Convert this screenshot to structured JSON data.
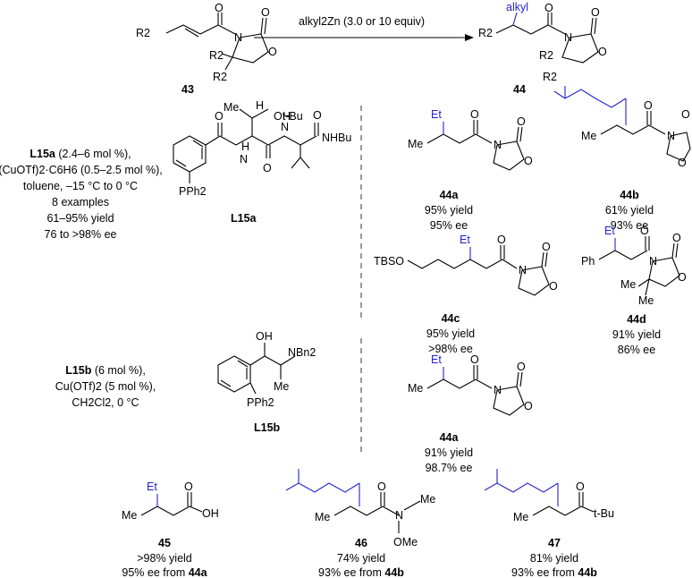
{
  "scheme": {
    "reagent": "alkyl2Zn (3.0 or 10 equiv)",
    "start_label": "43",
    "product_label": "44",
    "alkyl_label": "alkyl",
    "r2": "R2"
  },
  "condA": {
    "line1_bold": "L15a",
    "line1_rest": " (2.4–6 mol %),",
    "line2": "(CuOTf)2·C6H6 (0.5–2.5 mol %),",
    "line3": "toluene, –15 °C to 0 °C",
    "line4": "8 examples",
    "line5": "61–95% yield",
    "line6": "76 to >98% ee",
    "ligand_label": "L15a"
  },
  "condB": {
    "line1_bold": "L15b",
    "line1_rest": " (6 mol %),",
    "line2": "Cu(OTf)2 (5 mol %),",
    "line3": "CH2Cl2, 0 °C",
    "ligand_label": "L15b"
  },
  "products": {
    "p44a": {
      "label": "44a",
      "yield": "95% yield",
      "ee": "95% ee"
    },
    "p44b": {
      "label": "44b",
      "yield": "61% yield",
      "ee": "93% ee"
    },
    "p44c": {
      "label": "44c",
      "yield": "95% yield",
      "ee": ">98% ee"
    },
    "p44d": {
      "label": "44d",
      "yield": "91% yield",
      "ee": "86% ee"
    },
    "p44a2": {
      "label": "44a",
      "yield": "91% yield",
      "ee": "98.7% ee"
    },
    "p45": {
      "label": "45",
      "yield": ">98% yield",
      "ee_pre": "95% ee from ",
      "ee_src": "44a"
    },
    "p46": {
      "label": "46",
      "yield": "74% yield",
      "ee_pre": "93% ee from ",
      "ee_src": "44b"
    },
    "p47": {
      "label": "47",
      "yield": "81% yield",
      "ee_pre": "93% ee from ",
      "ee_src": "44b"
    }
  },
  "atoms": {
    "O": "O",
    "N": "N",
    "Me": "Me",
    "Et": "Et",
    "Ph": "Ph",
    "OtBu": "Ot-Bu",
    "NHBu": "NHBu",
    "H": "H",
    "PPh2": "PPh2",
    "OH": "OH",
    "NBn2": "NBn2",
    "TBSO": "TBSO",
    "OMe": "OMe",
    "tBu": "t-Bu"
  }
}
